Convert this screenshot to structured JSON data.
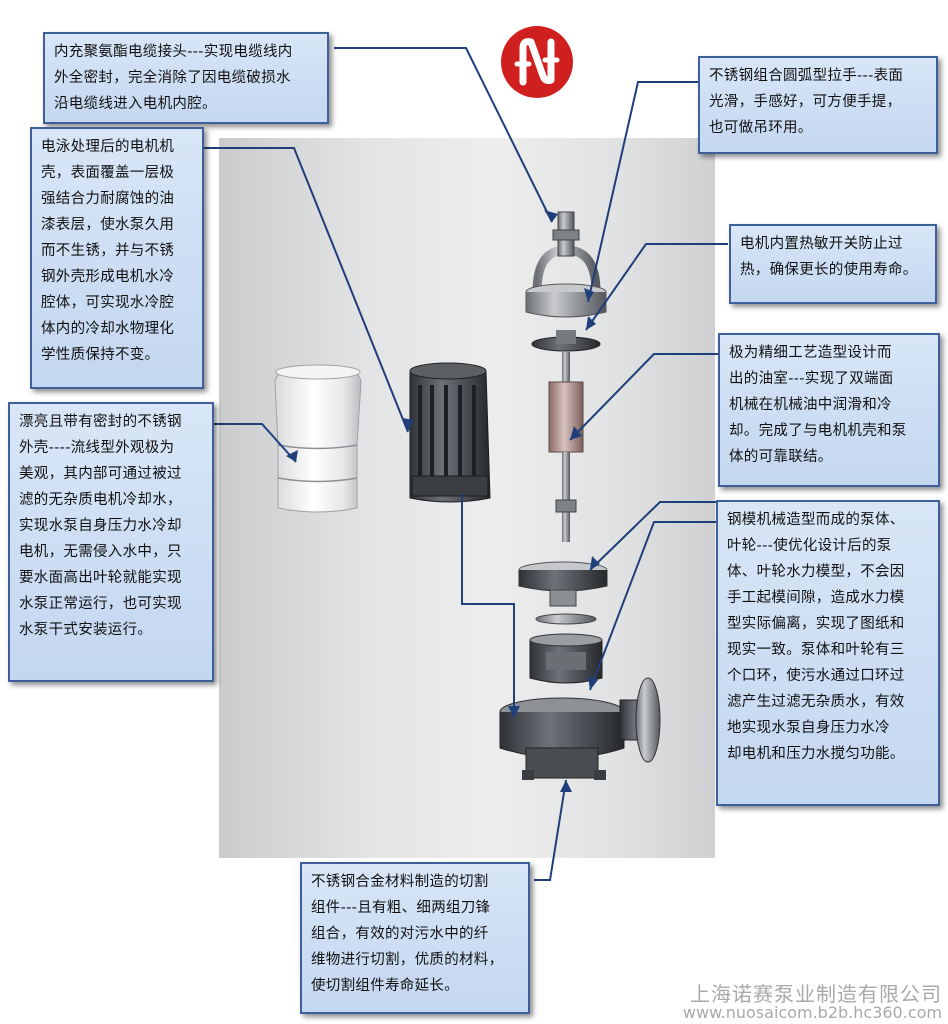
{
  "callouts": {
    "cable_seal": "内充聚氨酯电缆接头---实现电缆线内\n外全密封，完全消除了因电缆破损水\n沿电缆线进入电机内腔。",
    "motor_shell": "电泳处理后的电机机\n壳，表面覆盖一层极\n强结合力耐腐蚀的油\n漆表层，使水泵久用\n而不生锈，并与不锈\n钢外壳形成电机水冷\n腔体，可实现水冷腔\n体内的冷却水物理化\n学性质保持不变。",
    "outer_shell": "漂亮且带有密封的不锈钢\n外壳----流线型外观极为\n美观，其内部可通过被过\n滤的无杂质电机冷却水，\n实现水泵自身压力水冷却\n电机，无需侵入水中，只\n要水面高出叶轮就能实现\n水泵正常运行，也可实现\n水泵干式安装运行。",
    "handle": "不锈钢组合圆弧型拉手---表面\n光滑，手感好，可方便手提，\n也可做吊环用。",
    "thermal_switch": "电机内置热敏开关防止过\n热，确保更长的使用寿命。",
    "oil_chamber": "极为精细工艺造型设计而\n出的油室---实现了双端面\n机械在机械油中润滑和冷\n却。完成了与电机机壳和泵\n体的可靠联结。",
    "pump_body": "钢模机械造型而成的泵体、\n叶轮---使优化设计后的泵\n体、叶轮水力模型，不会因\n手工起模间隙，造成水力模\n型实际偏离，实现了图纸和\n现实一致。泵体和叶轮有三\n个口环，使污水通过口环过\n滤产生过滤无杂质水，有效\n地实现水泵自身压力水冷\n却电机和压力水搅匀功能。",
    "cutter": "不锈钢合金材料制造的切割\n组件---且有粗、细两组刀锋\n组合，有效的对污水中的纤\n维物进行切割，优质的材料，\n使切割组件寿命延长。"
  },
  "footer": {
    "company": "上海诺赛泵业制造有限公司",
    "website": "www.nuosaicom.b2b.hc360.com"
  },
  "colors": {
    "box_fill": "#c9dbf2",
    "box_border": "#3e5f9a",
    "leader_line": "#1f3f7a",
    "logo_red": "#d01f1f"
  },
  "icons": {
    "logo": "company-logo-icon"
  }
}
